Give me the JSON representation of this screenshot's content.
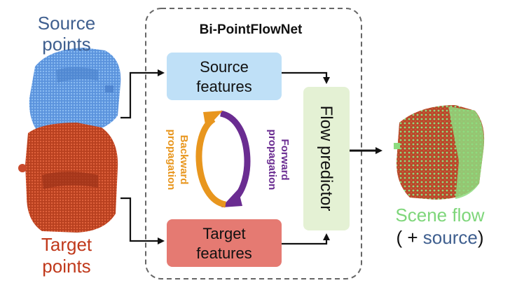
{
  "diagram": {
    "title": "Bi-PointFlowNet",
    "source_label": {
      "line1": "Source",
      "line2": "points"
    },
    "target_label": {
      "line1": "Target",
      "line2": "points"
    },
    "source_features": {
      "line1": "Source",
      "line2": "features"
    },
    "target_features": {
      "line1": "Target",
      "line2": "features"
    },
    "flow_predictor": "Flow predictor",
    "forward_propagation": {
      "line1": "Forward",
      "line2": "propagation"
    },
    "backward_propagation": {
      "line1": "Backward",
      "line2": "propagation"
    },
    "scene_flow_label": "Scene flow",
    "scene_flow_source": {
      "open": "( + ",
      "word": "source",
      "close": ")"
    }
  },
  "colors": {
    "source_blue": "#3f5f8f",
    "target_red": "#c0391b",
    "scene_green": "#7ed67a",
    "source_box": "#bfe0f7",
    "target_box": "#e57a72",
    "predictor_box": "#e4f1d4",
    "forward_purple": "#6a2c91",
    "backward_orange": "#e8961e",
    "point_blue": "#6aa3e8",
    "point_red": "#c84a2c"
  }
}
